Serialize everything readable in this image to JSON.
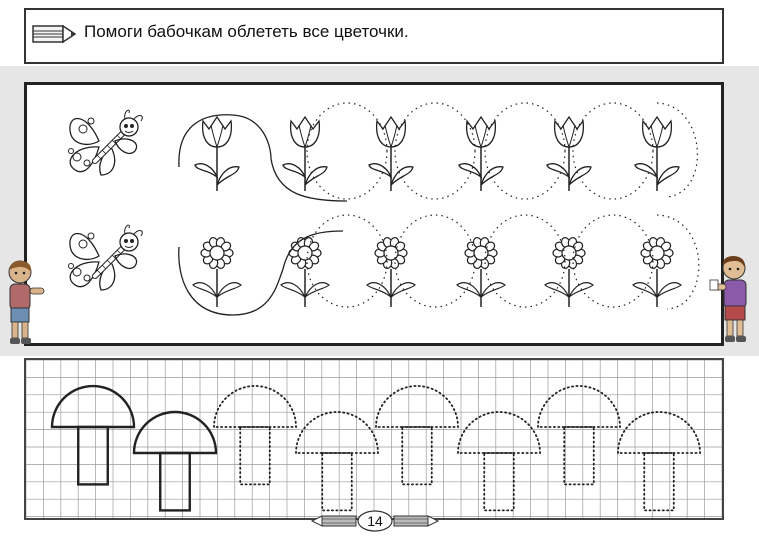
{
  "header": {
    "instruction": "Помоги бабочкам облететь все цветочки."
  },
  "icons": {
    "pencil": "pencil-icon",
    "butterfly": "butterfly-icon",
    "tulip": "tulip-icon",
    "daisy": "daisy-icon",
    "mushroom": "mushroom-icon",
    "kid": "child-figure-icon"
  },
  "colors": {
    "line": "#222222",
    "band": "#e6e6e6",
    "grid": "#9a9a9a"
  },
  "exercise": {
    "rows": [
      {
        "butterfly": "butterfly-icon",
        "flower": "tulip-icon",
        "count": 6
      },
      {
        "butterfly": "butterfly-icon",
        "flower": "daisy-icon",
        "count": 6
      }
    ]
  },
  "tracing": {
    "mushrooms_solid": 2,
    "mushrooms_dotted": 6
  },
  "footer": {
    "page_number": "14"
  }
}
